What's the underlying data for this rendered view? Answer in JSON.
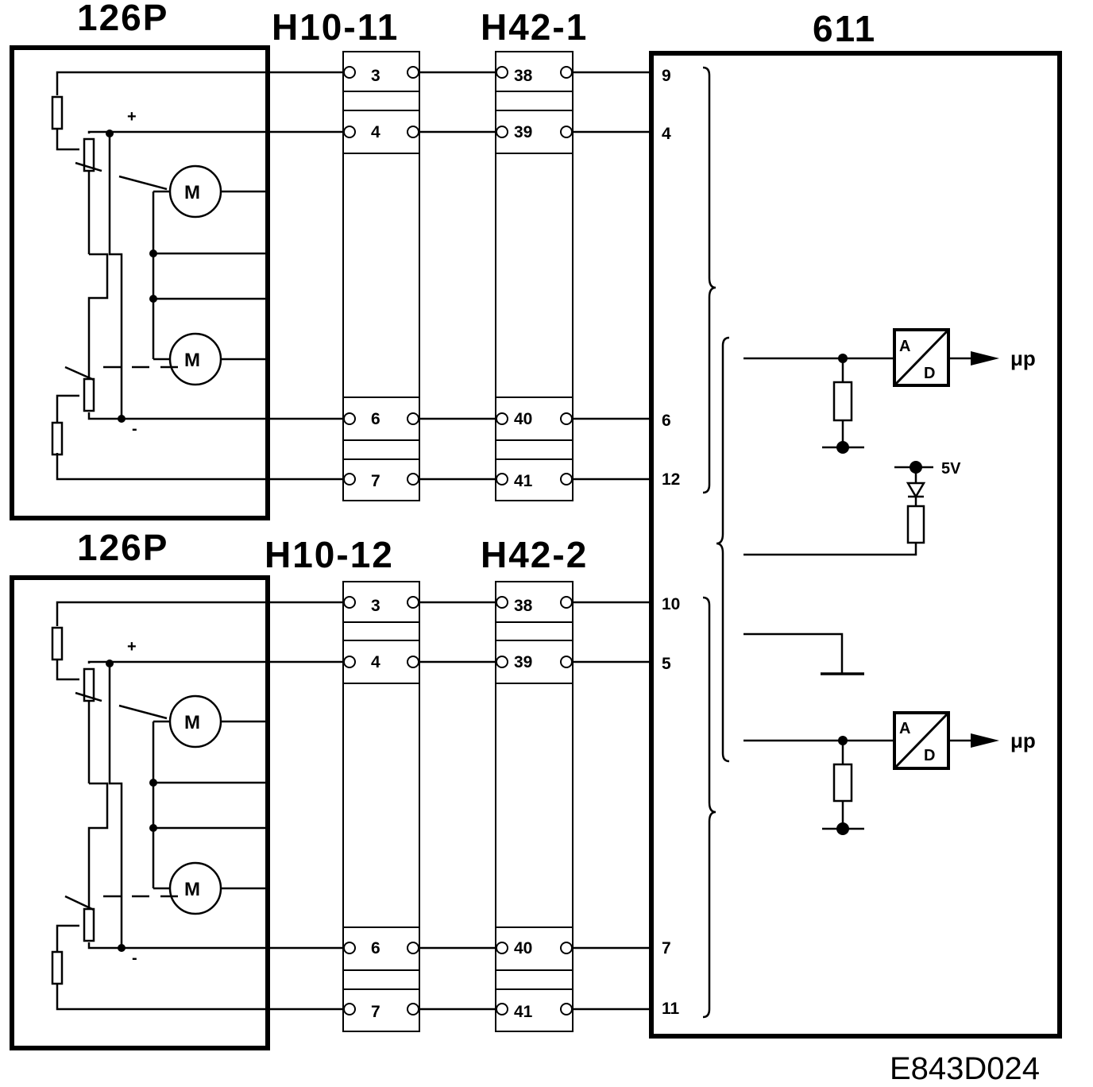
{
  "titles": {
    "sensor_top": "126P",
    "sensor_bottom": "126P",
    "h10_top": "H10-11",
    "h42_top": "H42-1",
    "h10_bottom": "H10-12",
    "h42_bottom": "H42-2",
    "controller": "611"
  },
  "connector_pins": {
    "h10_top": [
      "3",
      "4",
      "6",
      "7"
    ],
    "h42_top": [
      "38",
      "39",
      "40",
      "41"
    ],
    "h10_bottom": [
      "3",
      "4",
      "6",
      "7"
    ],
    "h42_bottom": [
      "38",
      "39",
      "40",
      "41"
    ]
  },
  "controller_pins": {
    "top": [
      "9",
      "4",
      "6",
      "12"
    ],
    "bottom": [
      "10",
      "5",
      "7",
      "11"
    ]
  },
  "symbols": {
    "motor": "M",
    "plus": "+",
    "minus": "-",
    "adc_a": "A",
    "adc_d": "D",
    "mp": "μp",
    "supply": "5V"
  },
  "reference": "E843D024"
}
